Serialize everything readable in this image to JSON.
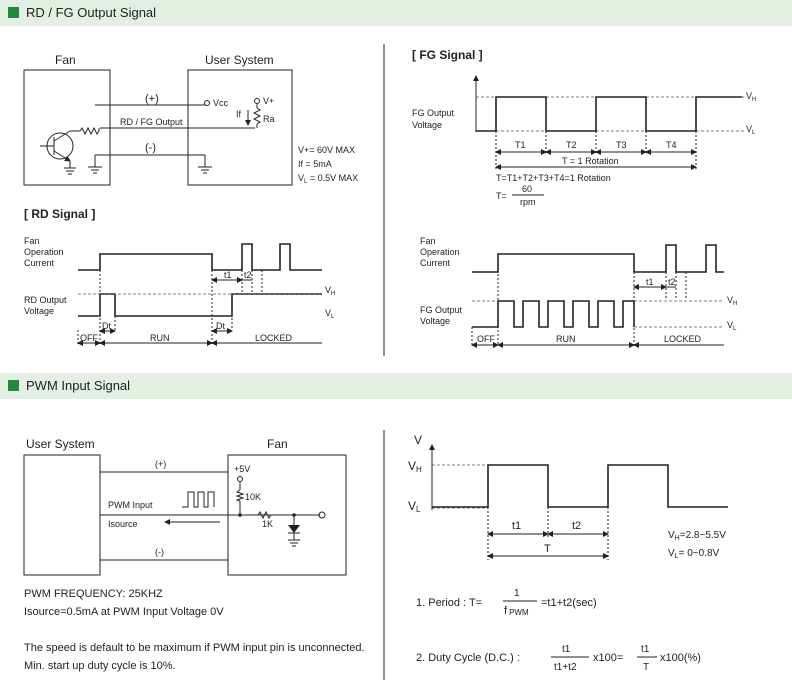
{
  "sections": {
    "rd_fg": "RD / FG Output Signal",
    "pwm": "PWM Input Signal"
  },
  "rdfg_circuit": {
    "fan": "Fan",
    "user_system": "User System",
    "plus": "(+)",
    "minus": "(-)",
    "line_label": "RD / FG Output",
    "vcc": "Vcc",
    "vplus": "V+",
    "if": "If",
    "ra": "Ra",
    "spec1": "V+= 60V MAX",
    "spec2": "If   = 5mA",
    "spec3": "V",
    "spec3_sub": "L",
    "spec3_rest": " = 0.5V MAX"
  },
  "rd_signal": {
    "title": "[ RD Signal ]",
    "fan_op_1": "Fan",
    "fan_op_2": "Operation",
    "fan_op_3": "Current",
    "rd_out_1": "RD Output",
    "rd_out_2": "Voltage",
    "vh": "V",
    "vh_sub": "H",
    "vl": "V",
    "vl_sub": "L",
    "dt1": "Dt",
    "dt2": "Dt",
    "t1": "t1",
    "t2": "t2",
    "off": "OFF",
    "run": "RUN",
    "locked": "LOCKED"
  },
  "fg_signal": {
    "title": "[ FG Signal ]",
    "fg_out_1": "FG Output",
    "fg_out_2": "Voltage",
    "vh": "V",
    "vh_sub": "H",
    "vl": "V",
    "vl_sub": "L",
    "T1": "T1",
    "T2": "T2",
    "T3": "T3",
    "T4": "T4",
    "rotation": "T = 1 Rotation",
    "formula1": "T=T1+T2+T3+T4=1 Rotation",
    "formula2_prefix": "T=",
    "formula2_num": "60",
    "formula2_den": "rpm"
  },
  "fg_signal2": {
    "fan_op_1": "Fan",
    "fan_op_2": "Operation",
    "fan_op_3": "Current",
    "fg_out_1": "FG Output",
    "fg_out_2": "Voltage",
    "vh": "V",
    "vh_sub": "H",
    "vl": "V",
    "vl_sub": "L",
    "t1": "t1",
    "t2": "t2",
    "off": "OFF",
    "run": "RUN",
    "locked": "LOCKED"
  },
  "pwm_circuit": {
    "user_system": "User System",
    "fan": "Fan",
    "plus": "(+)",
    "minus": "(-)",
    "v5": "+5V",
    "r10k": "10K",
    "r1k": "1K",
    "pwm_input": "PWM Input",
    "isource": "Isource"
  },
  "pwm_notes": {
    "freq": "PWM FREQUENCY: 25KHZ",
    "isource": "Isource=0.5mA at PWM Input Voltage 0V",
    "default": "The speed is default to be maximum if PWM input pin is unconnected.",
    "min": "Min. start up duty cycle is 10%."
  },
  "pwm_wave": {
    "v": "V",
    "vh": "V",
    "vh_sub": "H",
    "vl": "V",
    "vl_sub": "L",
    "t1": "t1",
    "t2": "t2",
    "T": "T",
    "spec_vh_a": "V",
    "spec_vh_sub": "H",
    "spec_vh_b": "=2.8~5.5V",
    "spec_vl_a": "V",
    "spec_vl_sub": "L",
    "spec_vl_b": "= 0~0.8V"
  },
  "formulas": {
    "period_label": "1. Period : T=",
    "period_num": "1",
    "period_den_f": "f",
    "period_den_sub": "PWM",
    "period_rest": "=t1+t2(sec)",
    "duty_label": "2. Duty Cycle (D.C.) :",
    "duty_num1": "t1",
    "duty_den1": "t1+t2",
    "duty_mid": "x100=",
    "duty_num2": "t1",
    "duty_den2": "T",
    "duty_end": "x100(%)"
  }
}
